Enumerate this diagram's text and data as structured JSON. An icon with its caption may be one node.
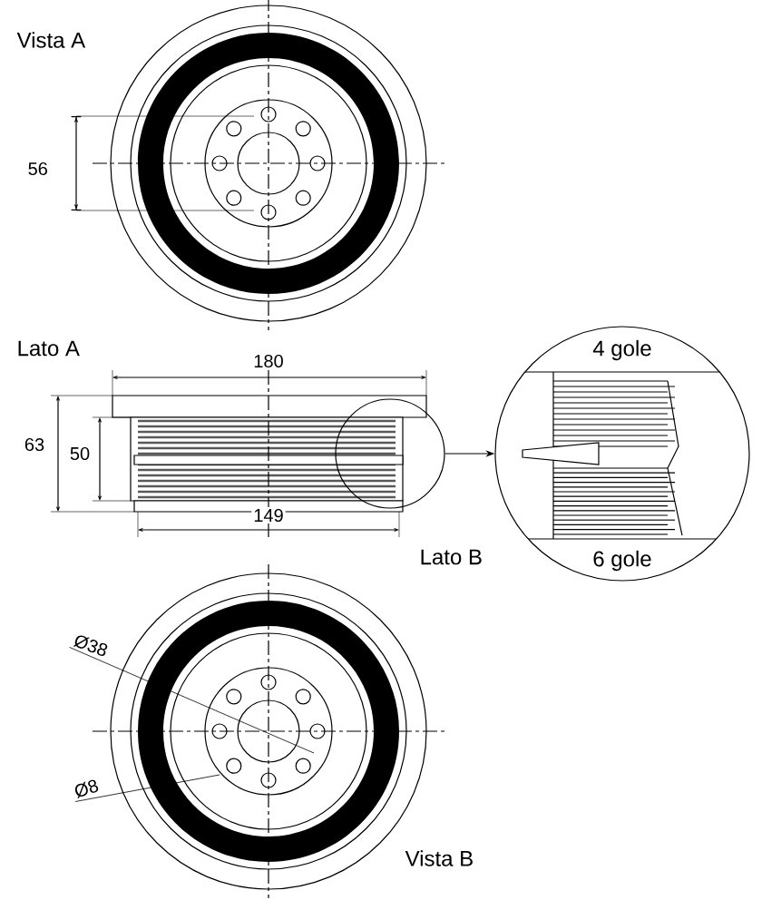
{
  "diagram": {
    "nodes": [
      {
        "text": [],
        "shape": "circle"
      },
      {
        "text": [
          "4 gole",
          "6 gole"
        ]
      },
      {
        "text": [
          "Ø38"
        ]
      },
      {
        "text": [
          "Ø8"
        ]
      }
    ],
    "edges": [
      {
        "from": 0,
        "to": 1,
        "arrow": "to"
      },
      {
        "from": 2,
        "to": null,
        "arrow": "none"
      },
      {
        "from": 3,
        "to": null,
        "arrow": "none"
      }
    ],
    "labels": [
      "Vista A",
      "56",
      "Lato A",
      "180",
      "63",
      "50",
      "149",
      "Lato B",
      "Vista B"
    ]
  }
}
